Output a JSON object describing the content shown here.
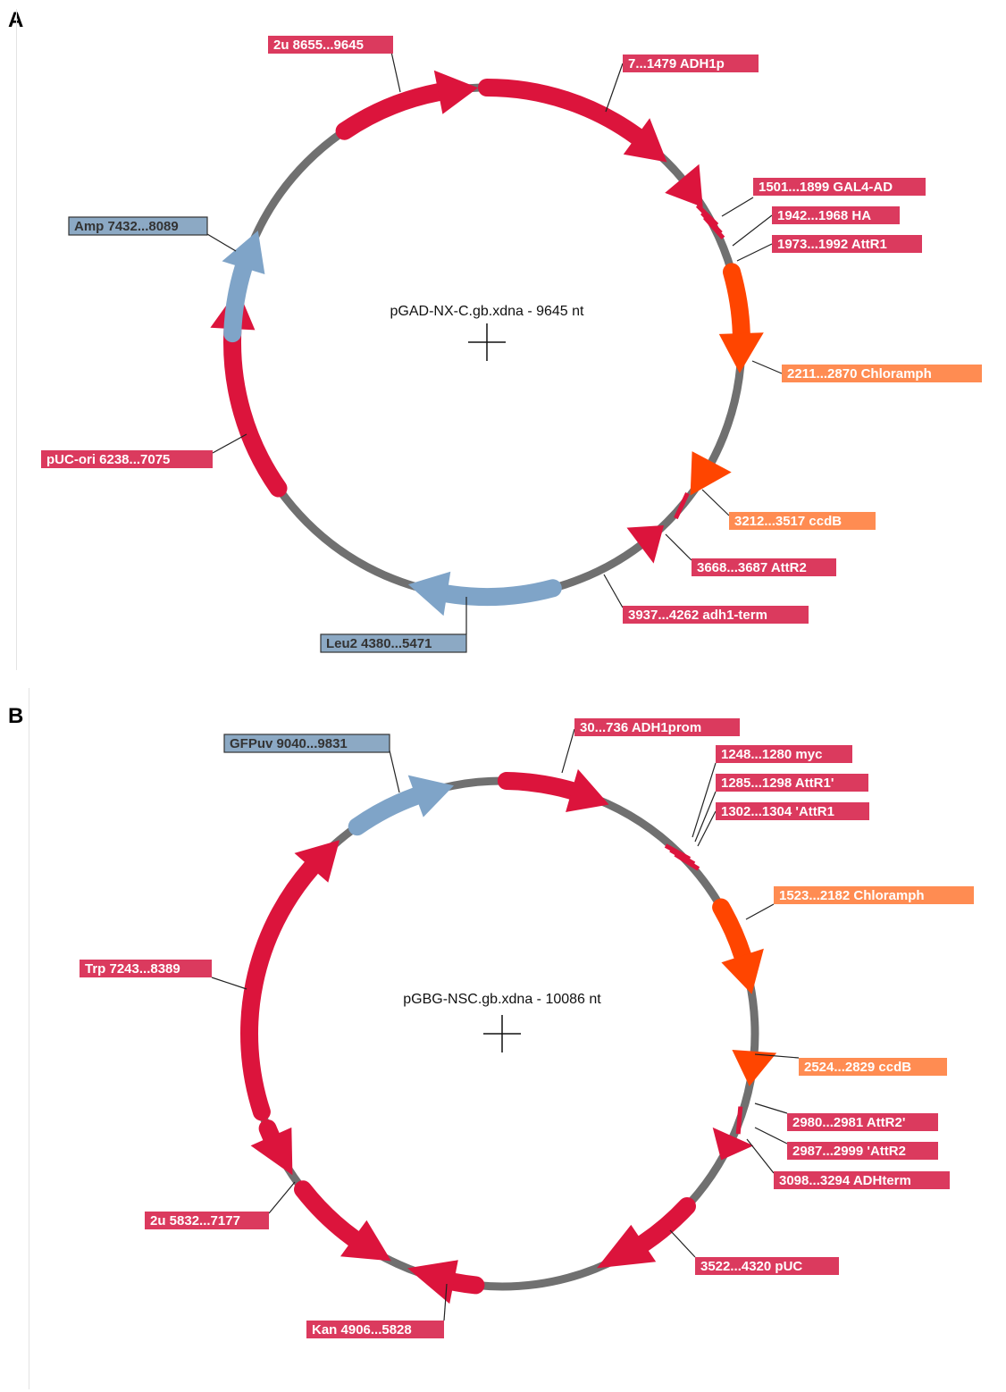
{
  "panels": [
    {
      "letter": "A",
      "title": "pGAD-NX-C.gb.xdna - 9645 nt",
      "features": [
        {
          "id": "2u",
          "label": "2u  8655...9645",
          "color": "red"
        },
        {
          "id": "adh1p",
          "label": "7...1479  ADH1p",
          "color": "red"
        },
        {
          "id": "gal4ad",
          "label": "1501...1899  GAL4-AD",
          "color": "red"
        },
        {
          "id": "ha",
          "label": "1942...1968  HA",
          "color": "red"
        },
        {
          "id": "attr1",
          "label": "1973...1992  AttR1",
          "color": "red"
        },
        {
          "id": "chloramph",
          "label": "2211...2870  Chloramph",
          "color": "orange"
        },
        {
          "id": "ccdb",
          "label": "3212...3517  ccdB",
          "color": "orange"
        },
        {
          "id": "attr2",
          "label": "3668...3687  AttR2",
          "color": "red"
        },
        {
          "id": "adh1term",
          "label": "3937...4262  adh1-term",
          "color": "red"
        },
        {
          "id": "leu2",
          "label": "Leu2  4380...5471",
          "color": "blue"
        },
        {
          "id": "pucori",
          "label": "pUC-ori  6238...7075",
          "color": "red"
        },
        {
          "id": "amp",
          "label": "Amp  7432...8089",
          "color": "blue"
        }
      ]
    },
    {
      "letter": "B",
      "title": "pGBG-NSC.gb.xdna - 10086 nt",
      "features": [
        {
          "id": "gfpuv",
          "label": "GFPuv  9040...9831",
          "color": "blue"
        },
        {
          "id": "adh1prom",
          "label": "30...736  ADH1prom",
          "color": "red"
        },
        {
          "id": "myc",
          "label": "1248...1280  myc",
          "color": "red"
        },
        {
          "id": "attr1p",
          "label": "1285...1298  AttR1'",
          "color": "red"
        },
        {
          "id": "attr1pp",
          "label": "1302...1304  'AttR1",
          "color": "red"
        },
        {
          "id": "chloramph",
          "label": "1523...2182  Chloramph",
          "color": "orange"
        },
        {
          "id": "ccdb",
          "label": "2524...2829  ccdB",
          "color": "orange"
        },
        {
          "id": "attr2p",
          "label": "2980...2981  AttR2'",
          "color": "red"
        },
        {
          "id": "attr2pp",
          "label": "2987...2999  'AttR2",
          "color": "red"
        },
        {
          "id": "adhterm",
          "label": "3098...3294  ADHterm",
          "color": "red"
        },
        {
          "id": "puc",
          "label": "3522...4320  pUC",
          "color": "red"
        },
        {
          "id": "kan",
          "label": "Kan  4906...5828",
          "color": "red"
        },
        {
          "id": "2u",
          "label": "2u  5832...7177",
          "color": "red"
        },
        {
          "id": "trp",
          "label": "Trp  7243...8389",
          "color": "red"
        }
      ]
    }
  ],
  "colors": {
    "red": "#dc143c",
    "label_red": "#db3a5e",
    "orange": "#ff4500",
    "label_orange": "#ff8c52",
    "blue": "#7fa4c8",
    "label_blue": "#8ca9c4",
    "backbone": "#707070"
  }
}
